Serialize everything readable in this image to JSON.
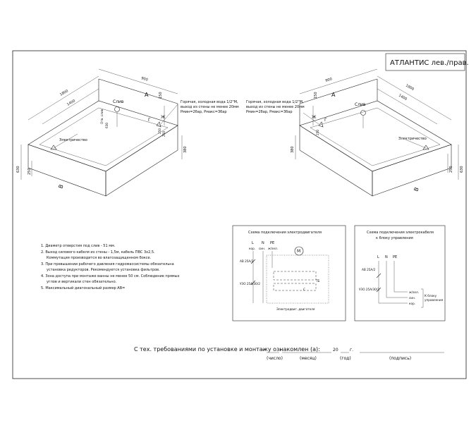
{
  "title": "АТЛАНТИС лев./прав.",
  "left_view": {
    "dims": {
      "d1800": "1800",
      "d1400": "1400",
      "d900": "900",
      "d150": "150",
      "d630": "630",
      "d630b": "630",
      "d250": "250",
      "d250b": "250",
      "d380": "380",
      "d250c": "250"
    },
    "labels": {
      "drain": "Слив",
      "drain_hole": "Отв. слив",
      "electric": "Электричество",
      "A": "А",
      "B": "В",
      "G": "Г",
      "Zh": "Ж"
    },
    "note_lines": [
      "Горячая, холодная вода 1/2\"М,",
      "выход из стены не менее 20мм",
      "Рмин=2бар, Рмакс=3бар"
    ]
  },
  "right_view": {
    "dims": {
      "d1800": "1800",
      "d1400": "1400",
      "d900": "900",
      "d150": "150",
      "d630": "630",
      "d250": "250",
      "d380": "380",
      "d250b": "250"
    },
    "labels": {
      "drain": "Слив",
      "electric": "Электричество",
      "A": "А",
      "B": "В",
      "G": "Г",
      "Zh": "Ж"
    },
    "note_lines": [
      "Горячая, холодная вода 1/2\"М,",
      "выход из стены не менее 20мм",
      "Рмин=2бар, Рмакс=3бар"
    ]
  },
  "notes": [
    "1. Диаметр отверстия под слив - 51 мм.",
    "2. Выход силового кабеля из стены - 1,5м, кабель ПВС 3х2,5.",
    "Коммутация производится во влагозащищенном боксе.",
    "3. При превышении рабочего давления гидромассистемы обязательна",
    "установка редукторов. Рекомендуется установка фильтров.",
    "4. Зона доступа при монтаже ванны не менее 50 см. Соблюдение прямых",
    "углов и вертикали стен обязательно.",
    "5. Максимальный диагональный размер АВ="
  ],
  "scheme_motor": {
    "title": "Схема подключения электродвигателя",
    "L": "L",
    "N": "N",
    "PE": "PE",
    "col_labels": [
      "кор.",
      "син.",
      "ж/зел."
    ],
    "ab": "АВ 25А/2",
    "uzo": "УЗО 25А/30/2",
    "M": "M",
    "C": "C",
    "motor_label": "Электродвиг. двигателя",
    "tb": "ТБ"
  },
  "scheme_block": {
    "title_lines": [
      "Схема подключения электрокабеля",
      "к блоку управления"
    ],
    "L": "L",
    "N": "N",
    "PE": "PE",
    "ab": "АВ 25А/2",
    "uzo": "УЗО 25А/30/2",
    "wires": [
      "ж/зел.",
      "син.",
      "кор."
    ],
    "to_block": [
      "К блоку",
      "управления"
    ]
  },
  "footer": {
    "sentence": "С тех. требованиями по установке и монтажу ознакомлен (а):",
    "quote_open": "«",
    "quote_close": "»",
    "year_prefix": "20",
    "year_suffix": "г.",
    "captions": [
      "(число)",
      "(месяц)",
      "(год)",
      "(подпись)"
    ]
  }
}
